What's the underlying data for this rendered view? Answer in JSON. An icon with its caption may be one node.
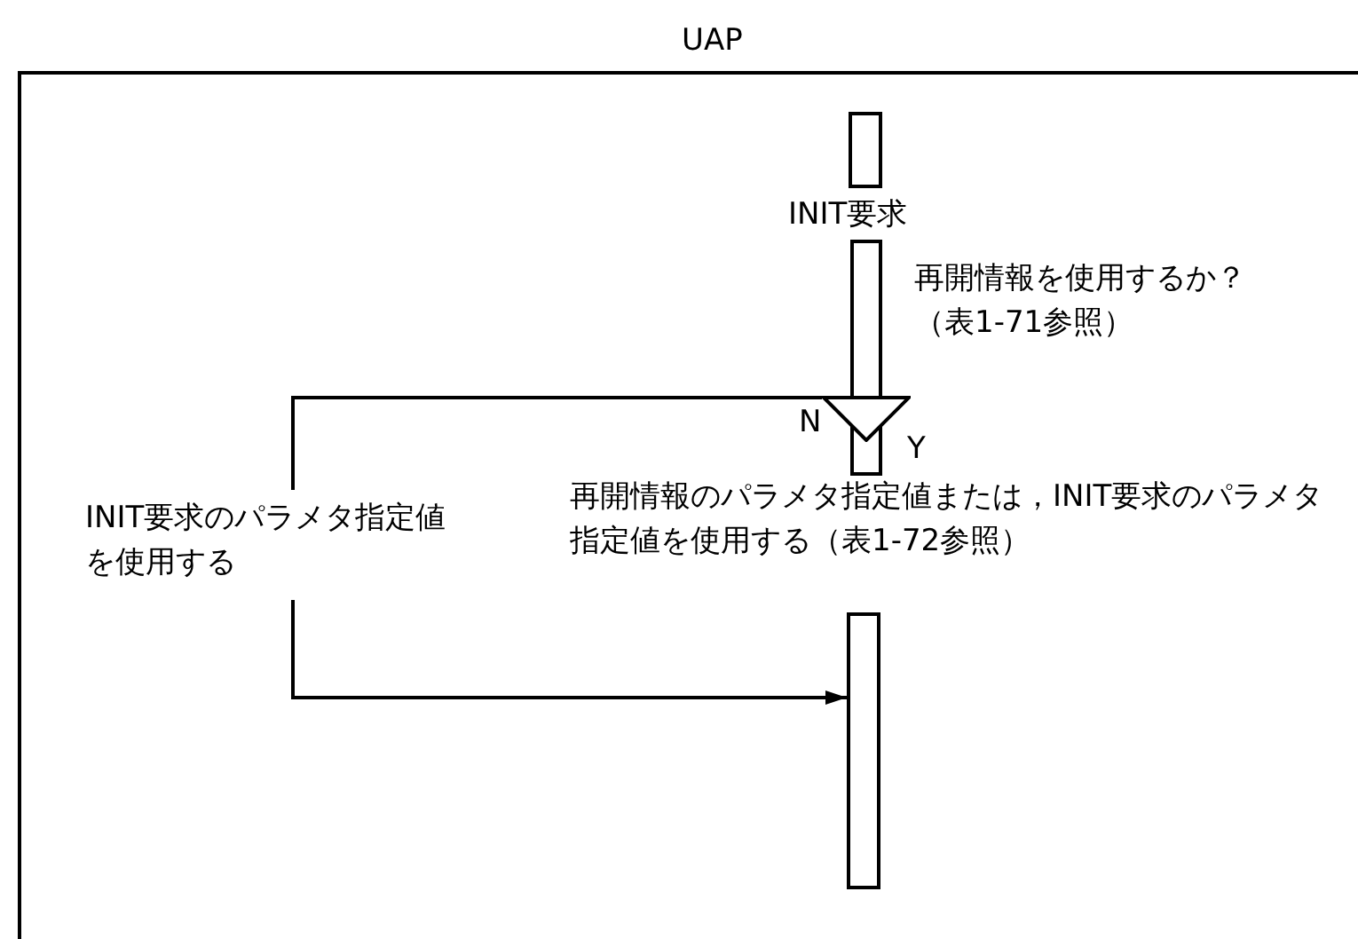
{
  "diagram": {
    "nodes": [
      {
        "text": [
          "UAP"
        ]
      },
      {
        "text": [],
        "shape": "bar",
        "in": 0
      },
      {
        "text": [],
        "shape": "bar",
        "in": 0
      },
      {
        "text": [],
        "shape": "triangle",
        "in": 0
      },
      {
        "text": [
          "INIT要求のパラメタ指定値を使用する"
        ],
        "in": 0
      },
      {
        "text": [],
        "shape": "bar",
        "in": 0
      }
    ],
    "edges": [
      {
        "from": 3,
        "to": 4,
        "arrow": "none",
        "label": "N"
      },
      {
        "from": 4,
        "to": 5,
        "arrow": "to"
      }
    ],
    "labels": [
      "INIT要求",
      "再開情報を使用するか？（表1-71参照）",
      "Y",
      "再開情報のパラメタ指定値または，INIT要求のパラメタ指定値を使用する（表1-72参照）"
    ]
  }
}
